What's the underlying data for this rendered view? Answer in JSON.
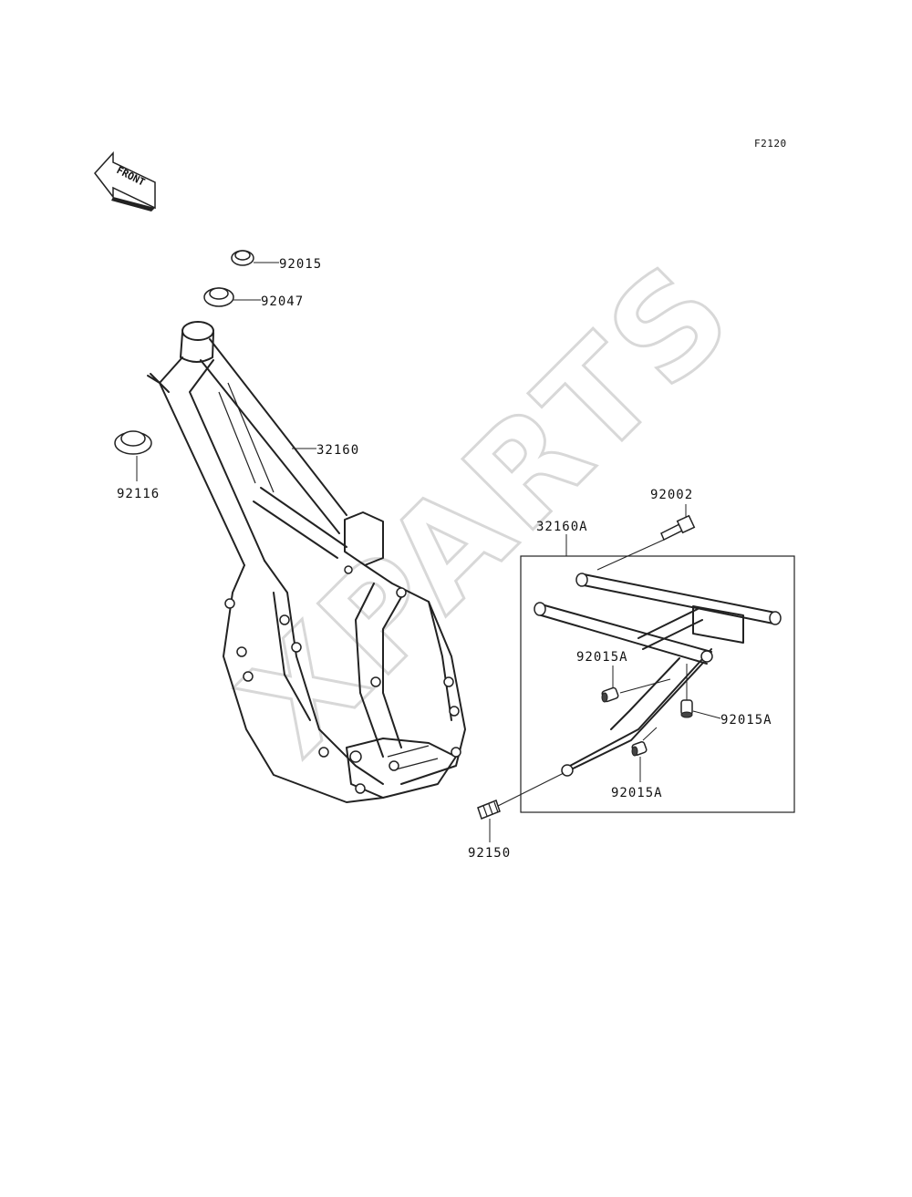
{
  "diagram_code": "F2120",
  "front_arrow": {
    "label": "FRONT",
    "icon": "front-arrow-icon"
  },
  "watermark": "XPARTS",
  "parts": {
    "p92015": "92015",
    "p92047": "92047",
    "p32160": "32160",
    "p92116": "92116",
    "p92002": "92002",
    "p32160A": "32160A",
    "p92015A_top": "92015A",
    "p92015A_right": "92015A",
    "p92015A_bottom": "92015A",
    "p92150": "92150"
  }
}
